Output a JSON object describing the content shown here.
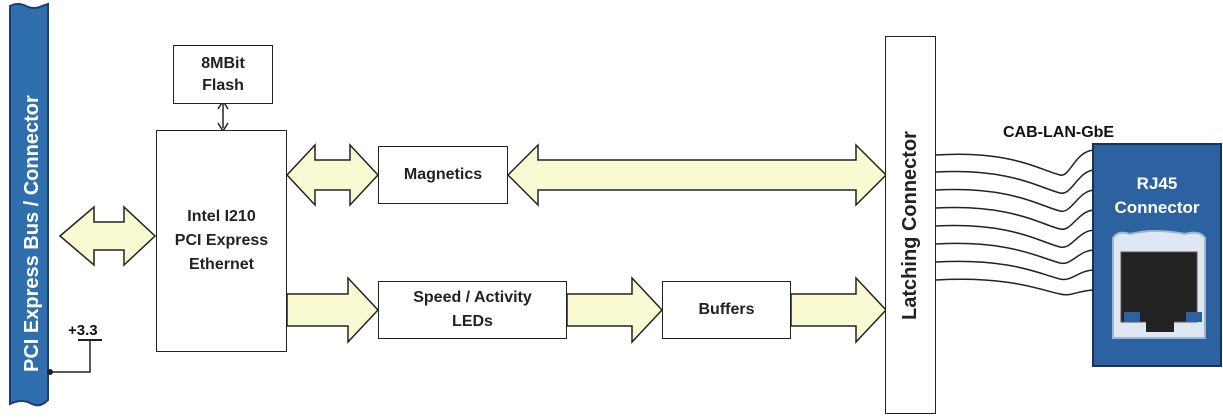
{
  "bus": {
    "label": "PCI Express Bus / Connector",
    "power_label": "+3.3"
  },
  "flash": {
    "line1": "8MBit",
    "line2": "Flash"
  },
  "controller": {
    "line1": "Intel I210",
    "line2": "PCI Express",
    "line3": "Ethernet"
  },
  "magnetics": {
    "label": "Magnetics"
  },
  "leds": {
    "line1": "Speed / Activity",
    "line2": "LEDs"
  },
  "buffers": {
    "label": "Buffers"
  },
  "latching": {
    "label": "Latching Connector"
  },
  "cable": {
    "label": "CAB-LAN-GbE"
  },
  "rj45": {
    "line1": "RJ45",
    "line2": "Connector"
  },
  "colors": {
    "bus_blue": "#2f6fad",
    "rj45_blue": "#2c62a0",
    "arrow_fill": "#fafad2",
    "outline": "#222222"
  }
}
